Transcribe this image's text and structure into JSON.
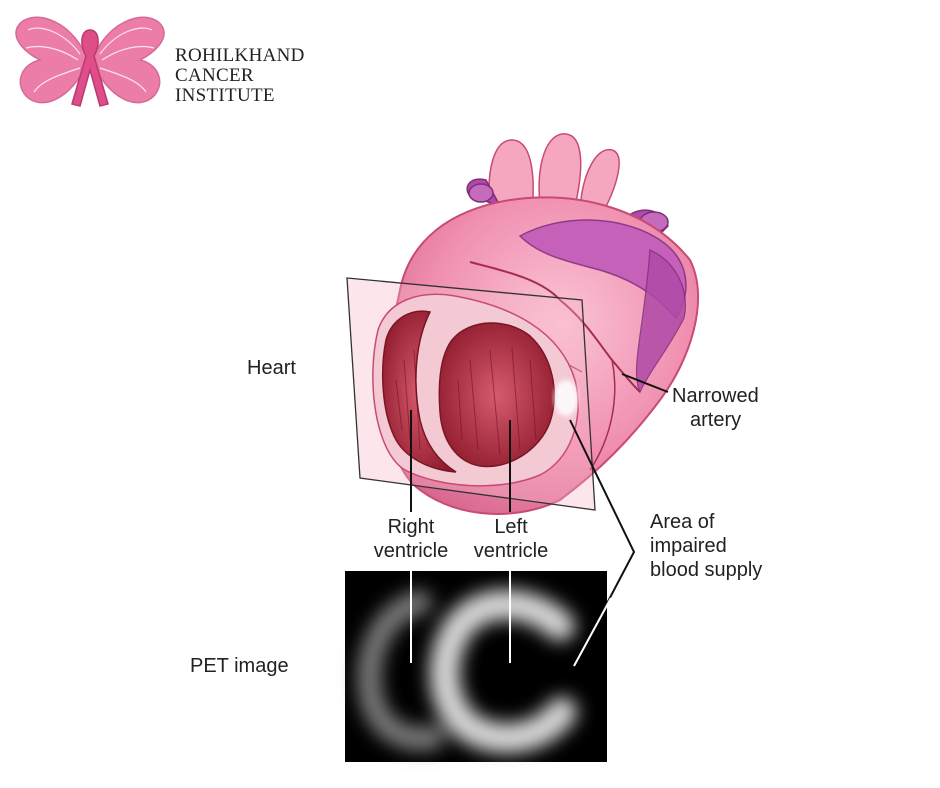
{
  "brand": {
    "lines": [
      "ROHILKHAND",
      "CANCER",
      "INSTITUTE"
    ],
    "logo_icon": "butterfly-ribbon-icon",
    "logo_color": "#e8679a"
  },
  "labels": {
    "heart": "Heart",
    "narrowed_artery": [
      "Narrowed",
      "artery"
    ],
    "right_ventricle": [
      "Right",
      "ventricle"
    ],
    "left_ventricle": [
      "Left",
      "ventricle"
    ],
    "impaired_area": [
      "Area of",
      "impaired",
      "blood supply"
    ],
    "pet_image": "PET image"
  },
  "colors": {
    "heart_pink": "#f08fb0",
    "heart_dark": "#c94a73",
    "muscle_red": "#a4233a",
    "vessel_purple": "#b04aa8",
    "pet_background": "#000000"
  }
}
